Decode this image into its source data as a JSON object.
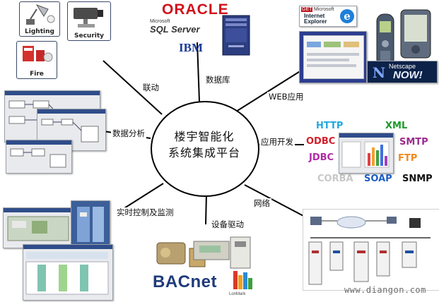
{
  "hub": {
    "line1": "楼宇智能化",
    "line2": "系统集成平台"
  },
  "labels": {
    "linkage": "联动",
    "database": "数据库",
    "web_app": "WEB应用",
    "data_analysis": "数据分析",
    "app_dev": "应用开发",
    "network": "网络",
    "realtime": "实时控制及监测",
    "device_driver": "设备驱动"
  },
  "subsystems": {
    "lighting": "Lighting",
    "security": "Security",
    "fire": "Fire"
  },
  "database_brands": {
    "oracle": "ORACLE",
    "ms_small": "Microsoft",
    "sql_server": "SQL Server",
    "ibm": "IBM"
  },
  "web_brands": {
    "ie_get": "GET",
    "ie_small": "Microsoft",
    "ie_line1": "Internet",
    "ie_line2": "Explorer",
    "netscape": "Netscape",
    "now": "NOW!"
  },
  "protocols": {
    "http": "HTTP",
    "xml": "XML",
    "odbc": "ODBC",
    "smtp": "SMTP",
    "jdbc": "JDBC",
    "ftp": "FTP",
    "corba": "CORBA",
    "soap": "SOAP",
    "snmp": "SNMP"
  },
  "protocol_colors": {
    "http": "#22a8e0",
    "xml": "#1d9a2a",
    "odbc": "#d11f2a",
    "smtp": "#9b2c8e",
    "jdbc": "#b12aa6",
    "ftp": "#f08a1c",
    "corba": "#c8c8c8",
    "soap": "#1f5fc6",
    "snmp": "#111111"
  },
  "driver_brands": {
    "bacnet": "BACnet",
    "lonmark": "LonMark"
  },
  "watermark": "www.diangon.com"
}
